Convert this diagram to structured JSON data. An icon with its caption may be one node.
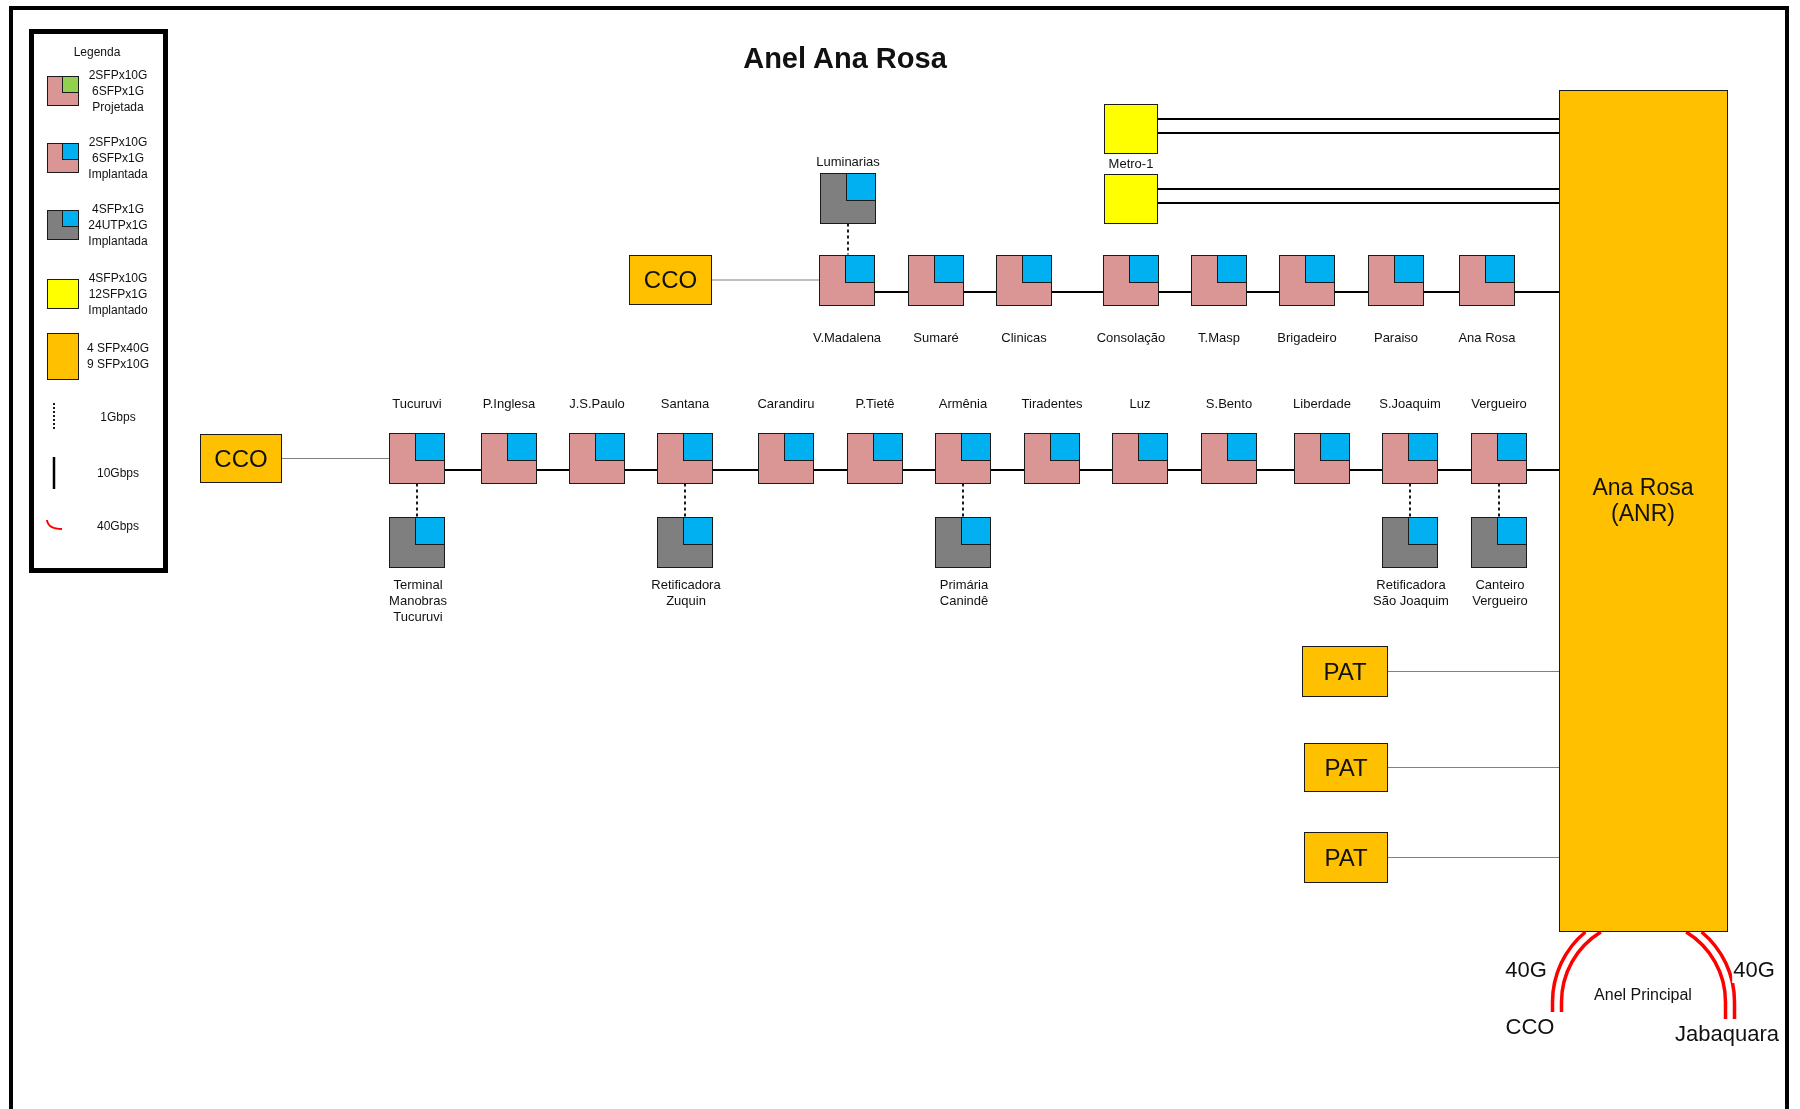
{
  "diagram": {
    "title": "Anel Ana Rosa",
    "nodes": [
      {
        "text": [
          "Metro-1"
        ]
      },
      {
        "text": [],
        "shape": "box"
      },
      {
        "text": [
          "Ana Rosa (ANR)"
        ]
      },
      {
        "text": [
          "Luminarias"
        ]
      },
      {
        "text": [
          "CCO"
        ]
      },
      {
        "text": [
          "V.Madalena"
        ]
      },
      {
        "text": [
          "Sumaré"
        ]
      },
      {
        "text": [
          "Clinicas"
        ]
      },
      {
        "text": [
          "Consolação"
        ]
      },
      {
        "text": [
          "T.Masp"
        ]
      },
      {
        "text": [
          "Brigadeiro"
        ]
      },
      {
        "text": [
          "Paraiso"
        ]
      },
      {
        "text": [
          "Ana Rosa"
        ]
      },
      {
        "text": [
          "CCO"
        ]
      },
      {
        "text": [
          "Tucuruvi"
        ]
      },
      {
        "text": [
          "P.Inglesa"
        ]
      },
      {
        "text": [
          "J.S.Paulo"
        ]
      },
      {
        "text": [
          "Santana"
        ]
      },
      {
        "text": [
          "Carandiru"
        ]
      },
      {
        "text": [
          "P.Tietê"
        ]
      },
      {
        "text": [
          "Armênia"
        ]
      },
      {
        "text": [
          "Tiradentes"
        ]
      },
      {
        "text": [
          "Luz"
        ]
      },
      {
        "text": [
          "S.Bento"
        ]
      },
      {
        "text": [
          "Liberdade"
        ]
      },
      {
        "text": [
          "S.Joaquim"
        ]
      },
      {
        "text": [
          "Vergueiro"
        ]
      },
      {
        "text": [
          "Terminal Manobras Tucuruvi"
        ]
      },
      {
        "text": [
          "Retificadora Zuquin"
        ]
      },
      {
        "text": [
          "Primária Canindê"
        ]
      },
      {
        "text": [
          "Retificadora São Joaquim"
        ]
      },
      {
        "text": [
          "Canteiro Vergueiro"
        ]
      },
      {
        "text": [
          "PAT"
        ]
      },
      {
        "text": [
          "PAT"
        ]
      },
      {
        "text": [
          "PAT"
        ]
      },
      {
        "text": [
          "CCO"
        ]
      },
      {
        "text": [
          "Jabaquara"
        ]
      }
    ],
    "edges": [
      {
        "from": 0,
        "to": 2,
        "arrow": "none"
      },
      {
        "from": 0,
        "to": 2,
        "arrow": "none"
      },
      {
        "from": 1,
        "to": 2,
        "arrow": "none"
      },
      {
        "from": 1,
        "to": 2,
        "arrow": "none"
      },
      {
        "from": 3,
        "to": 5,
        "arrow": "none",
        "style": "dashed"
      },
      {
        "from": 4,
        "to": 5,
        "arrow": "none",
        "color": "#808080"
      },
      {
        "from": 5,
        "to": 6,
        "arrow": "none"
      },
      {
        "from": 6,
        "to": 7,
        "arrow": "none"
      },
      {
        "from": 7,
        "to": 8,
        "arrow": "none"
      },
      {
        "from": 8,
        "to": 9,
        "arrow": "none"
      },
      {
        "from": 9,
        "to": 10,
        "arrow": "none"
      },
      {
        "from": 10,
        "to": 11,
        "arrow": "none"
      },
      {
        "from": 11,
        "to": 12,
        "arrow": "none"
      },
      {
        "from": 12,
        "to": 2,
        "arrow": "none"
      },
      {
        "from": 13,
        "to": 14,
        "arrow": "none",
        "color": "#808080"
      },
      {
        "from": 14,
        "to": 15,
        "arrow": "none"
      },
      {
        "from": 15,
        "to": 16,
        "arrow": "none"
      },
      {
        "from": 16,
        "to": 17,
        "arrow": "none"
      },
      {
        "from": 17,
        "to": 18,
        "arrow": "none"
      },
      {
        "from": 18,
        "to": 19,
        "arrow": "none"
      },
      {
        "from": 19,
        "to": 20,
        "arrow": "none"
      },
      {
        "from": 20,
        "to": 21,
        "arrow": "none"
      },
      {
        "from": 21,
        "to": 22,
        "arrow": "none"
      },
      {
        "from": 22,
        "to": 23,
        "arrow": "none"
      },
      {
        "from": 23,
        "to": 24,
        "arrow": "none"
      },
      {
        "from": 24,
        "to": 25,
        "arrow": "none"
      },
      {
        "from": 25,
        "to": 26,
        "arrow": "none"
      },
      {
        "from": 26,
        "to": 2,
        "arrow": "none"
      },
      {
        "from": 14,
        "to": 27,
        "arrow": "none",
        "style": "dashed"
      },
      {
        "from": 17,
        "to": 28,
        "arrow": "none",
        "style": "dashed"
      },
      {
        "from": 20,
        "to": 29,
        "arrow": "none",
        "style": "dashed"
      },
      {
        "from": 25,
        "to": 30,
        "arrow": "none",
        "style": "dashed"
      },
      {
        "from": 26,
        "to": 31,
        "arrow": "none",
        "style": "dashed"
      },
      {
        "from": 32,
        "to": 2,
        "arrow": "none",
        "color": "#808080"
      },
      {
        "from": 33,
        "to": 2,
        "arrow": "none",
        "color": "#808080"
      },
      {
        "from": 34,
        "to": 2,
        "arrow": "none",
        "color": "#808080"
      },
      {
        "from": 2,
        "to": 35,
        "arrow": "none",
        "label": "40G",
        "color": "#ff0000"
      },
      {
        "from": 2,
        "to": 36,
        "arrow": "none",
        "label": "40G",
        "color": "#ff0000"
      }
    ],
    "labels": [
      "Legenda",
      "Anel Principal"
    ],
    "legend": [
      {
        "text": "2SFPx10G 6SFPx1G Projetada"
      },
      {
        "text": "2SFPx10G 6SFPx1G Implantada"
      },
      {
        "text": "4SFPx1G 24UTPx1G Implantada"
      },
      {
        "text": "4SFPx10G 12SFPx1G Implantado",
        "color": "#ffff00"
      },
      {
        "text": "4 SFPx40G 9 SFPx10G",
        "color": "#ffc000"
      },
      {
        "text": "1Gbps"
      },
      {
        "text": "10Gbps"
      },
      {
        "text": "40Gbps"
      }
    ]
  }
}
